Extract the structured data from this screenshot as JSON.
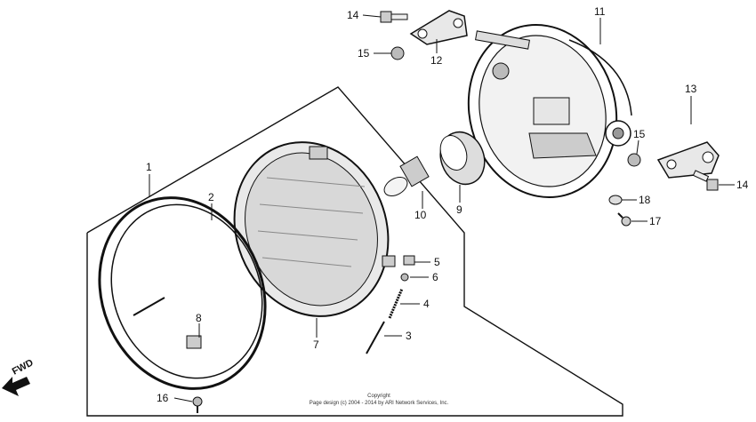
{
  "callouts": {
    "c1": "1",
    "c2": "2",
    "c3": "3",
    "c4": "4",
    "c5": "5",
    "c6": "6",
    "c7": "7",
    "c8": "8",
    "c9": "9",
    "c10": "10",
    "c11": "11",
    "c12": "12",
    "c13": "13",
    "c14a": "14",
    "c14b": "14",
    "c15a": "15",
    "c15b": "15",
    "c16": "16",
    "c17": "17",
    "c18": "18"
  },
  "fwd_label": "FWD",
  "copyright": {
    "line1": "Copyright",
    "line2": "Page design (c) 2004 - 2014 by ARI Network Services, Inc."
  },
  "colors": {
    "ink": "#111111",
    "paper": "#ffffff"
  }
}
